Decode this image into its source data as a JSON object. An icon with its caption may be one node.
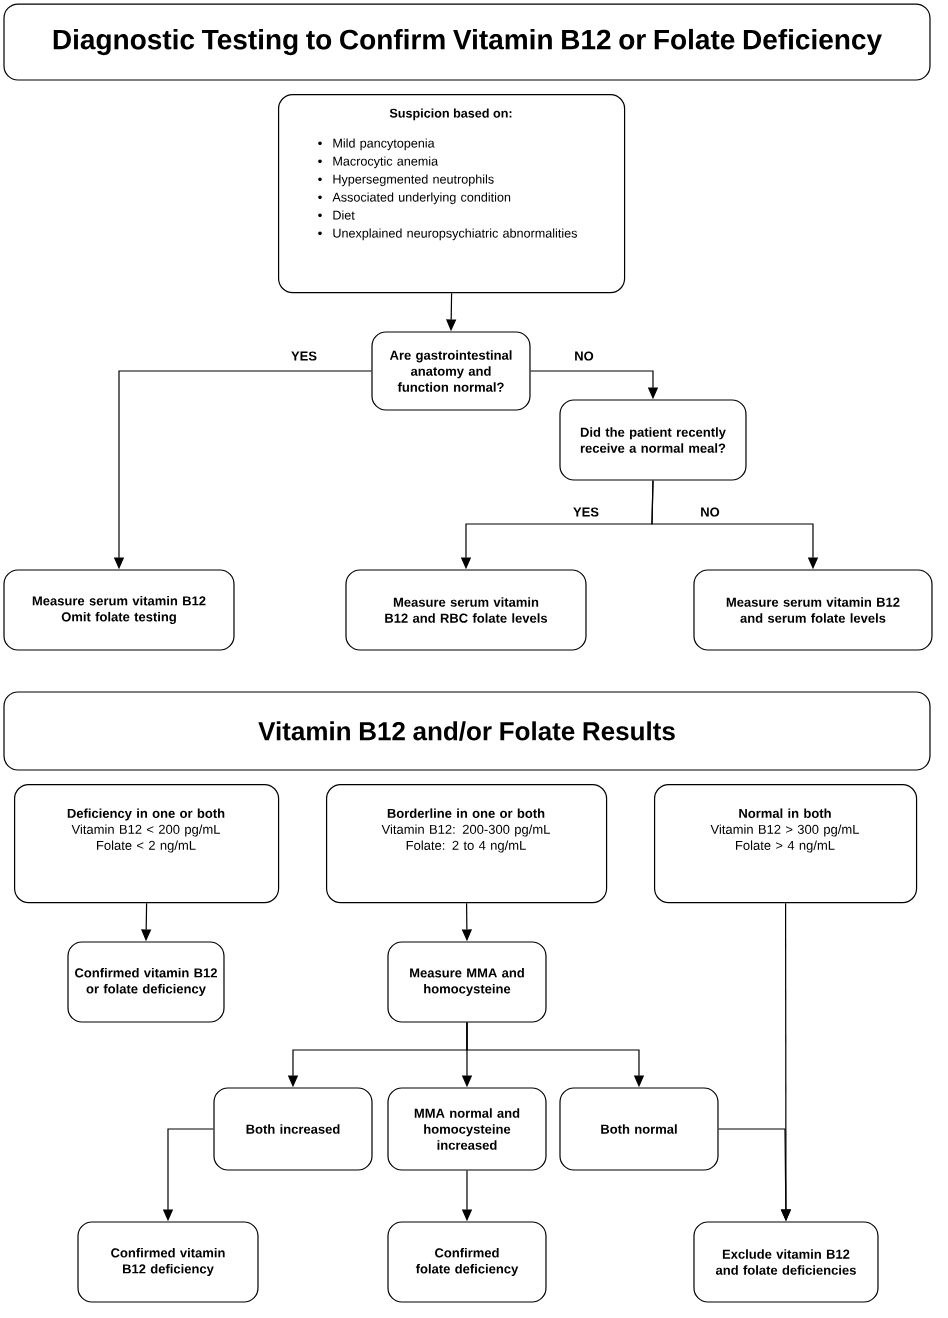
{
  "diagram": {
    "nodes": [
      {
        "text": [
          "Diagnostic Testing to Confirm Vitamin B12 or Folate Deficiency"
        ]
      },
      {
        "text": [
          "Suspicion based on:",
          "Mild pancytopenia",
          "Macrocytic anemia",
          "Hypersegmented neutrophils",
          "Associated underlying condition",
          "Diet",
          "Unexplained neuropsychiatric abnormalities"
        ]
      },
      {
        "text": [
          "Are gastrointestinal anatomy and function normal?"
        ]
      },
      {
        "text": [
          "Did the patient recently receive a normal meal?"
        ]
      },
      {
        "text": [
          "Measure serum vitamin B12",
          "Omit folate testing"
        ]
      },
      {
        "text": [
          "Measure serum vitamin B12 and RBC folate levels"
        ]
      },
      {
        "text": [
          "Measure serum vitamin B12 and serum folate levels"
        ]
      },
      {
        "text": [
          "Vitamin B12 and/or Folate Results"
        ]
      },
      {
        "text": [
          "Deficiency in one or both",
          "Vitamin B12 < 200 pg/mL",
          "Folate < 2 ng/mL"
        ]
      },
      {
        "text": [
          "Borderline in one or both",
          "Vitamin B12: 200-300 pg/mL",
          "Folate: 2 to 4 ng/mL"
        ]
      },
      {
        "text": [
          "Normal in both",
          "Vitamin B12 > 300 pg/mL",
          "Folate > 4 ng/mL"
        ]
      },
      {
        "text": [
          "Confirmed vitamin B12 or folate deficiency"
        ]
      },
      {
        "text": [
          "Measure MMA and homocysteine"
        ]
      },
      {
        "text": [
          "Both increased"
        ]
      },
      {
        "text": [
          "MMA normal and homocysteine increased"
        ]
      },
      {
        "text": [
          "Both normal"
        ]
      },
      {
        "text": [
          "Confirmed vitamin B12 deficiency"
        ]
      },
      {
        "text": [
          "Confirmed folate deficiency"
        ]
      },
      {
        "text": [
          "Exclude vitamin B12 and folate deficiencies"
        ]
      }
    ],
    "edges": [
      {
        "from": 1,
        "to": 2,
        "arrow": "to"
      },
      {
        "from": 2,
        "to": 4,
        "arrow": "to",
        "label": "YES"
      },
      {
        "from": 2,
        "to": 3,
        "arrow": "to",
        "label": "NO"
      },
      {
        "from": 3,
        "to": 5,
        "arrow": "to",
        "label": "YES"
      },
      {
        "from": 3,
        "to": 6,
        "arrow": "to",
        "label": "NO"
      },
      {
        "from": 8,
        "to": 11,
        "arrow": "to"
      },
      {
        "from": 9,
        "to": 12,
        "arrow": "to"
      },
      {
        "from": 12,
        "to": 13,
        "arrow": "to"
      },
      {
        "from": 12,
        "to": 14,
        "arrow": "to"
      },
      {
        "from": 12,
        "to": 15,
        "arrow": "to"
      },
      {
        "from": 10,
        "to": 18,
        "arrow": "to"
      },
      {
        "from": 15,
        "to": 18,
        "arrow": "to"
      },
      {
        "from": 13,
        "to": 16,
        "arrow": "to"
      },
      {
        "from": 14,
        "to": 17,
        "arrow": "to"
      }
    ]
  }
}
